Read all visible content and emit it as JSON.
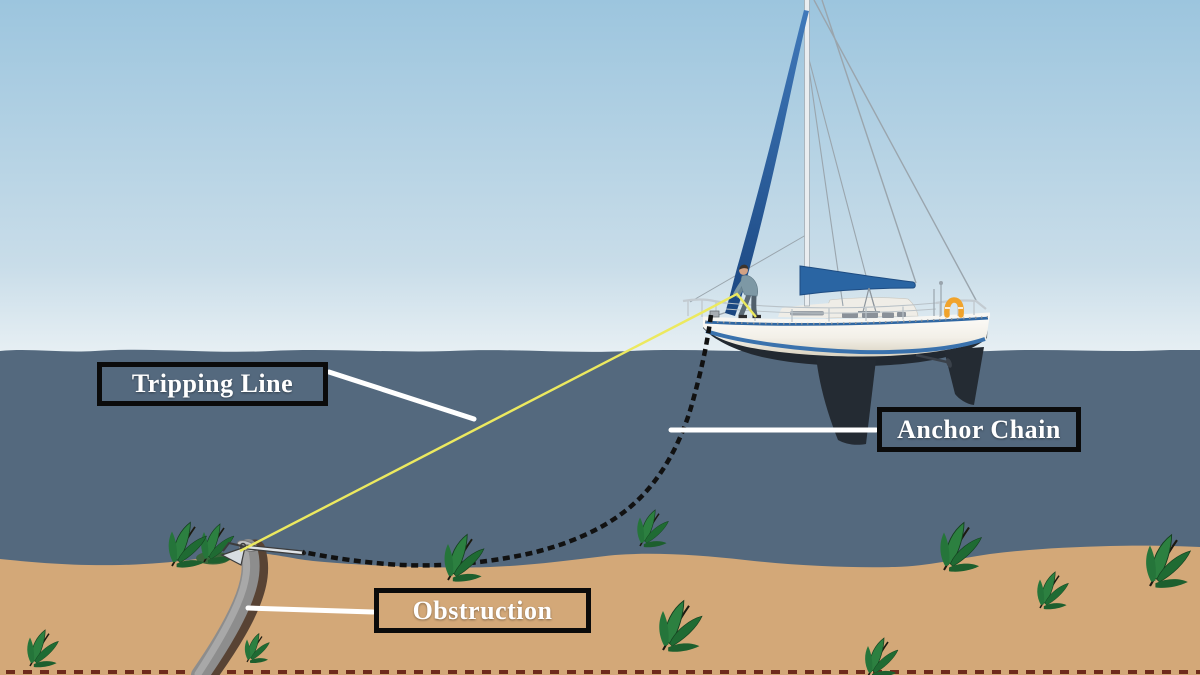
{
  "labels": {
    "tripping_line": "Tripping Line",
    "anchor_chain": "Anchor Chain",
    "obstruction": "Obstruction"
  },
  "colors": {
    "sky_top": "#9cc5de",
    "sky_bottom": "#e8f0f4",
    "water": "#54697e",
    "sand": "#d3a878",
    "tripping_line_yellow": "#ece95f",
    "anchor_chain_black": "#111111",
    "pointer_line": "#ffffff",
    "label_border": "#0b0b0b",
    "label_text": "#ffffff",
    "hull_accent_blue": "#2f67a3",
    "sail_blue": "#2a65a3",
    "life_ring_orange": "#f1a32b",
    "plant_green": "#1f6b33",
    "pipe_gray": "#8d8d8d"
  }
}
